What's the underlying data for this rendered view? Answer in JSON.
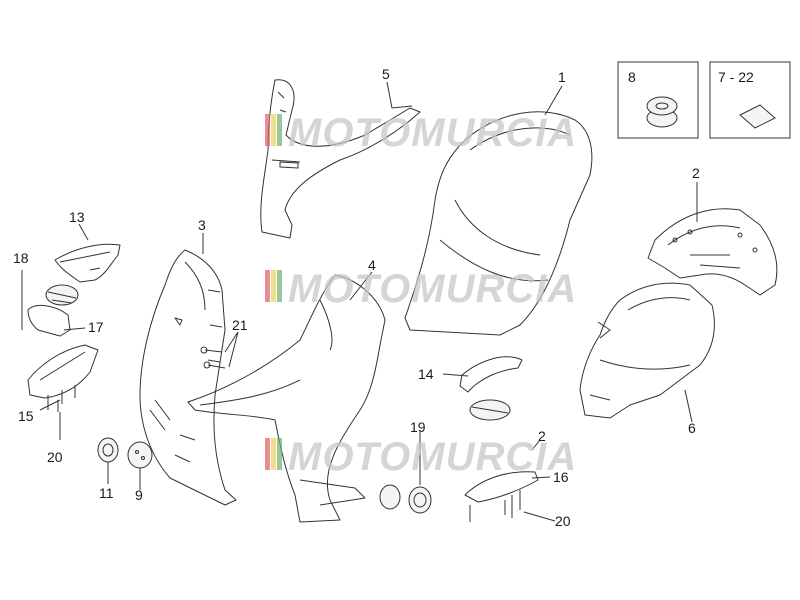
{
  "watermark": {
    "text": "MOTOMURCIA"
  },
  "inset_boxes": [
    {
      "label": "8"
    },
    {
      "label": "7 - 22"
    }
  ],
  "callouts": [
    {
      "id": "c1",
      "label": "1"
    },
    {
      "id": "c2",
      "label": "2"
    },
    {
      "id": "c3",
      "label": "3"
    },
    {
      "id": "c4",
      "label": "4"
    },
    {
      "id": "c5",
      "label": "5"
    },
    {
      "id": "c6",
      "label": "6"
    },
    {
      "id": "c9",
      "label": "9"
    },
    {
      "id": "c11",
      "label": "11"
    },
    {
      "id": "c13",
      "label": "13"
    },
    {
      "id": "c14",
      "label": "14"
    },
    {
      "id": "c15",
      "label": "15"
    },
    {
      "id": "c16",
      "label": "16"
    },
    {
      "id": "c17",
      "label": "17"
    },
    {
      "id": "c18",
      "label": "18"
    },
    {
      "id": "c19",
      "label": "19"
    },
    {
      "id": "c20a",
      "label": "20"
    },
    {
      "id": "c20b",
      "label": "20"
    },
    {
      "id": "c21",
      "label": "21"
    },
    {
      "id": "c22",
      "label": "2"
    }
  ],
  "colors": {
    "line": "#333333",
    "watermark": "#c8c8c8",
    "stripe_red": "#e06060",
    "stripe_yellow": "#e8d060",
    "stripe_green": "#70b070"
  }
}
